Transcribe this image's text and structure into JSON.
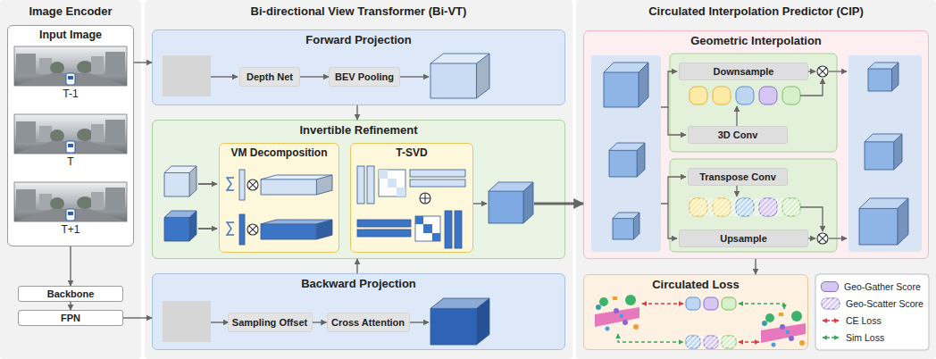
{
  "diagram": {
    "nodes": [
      {
        "text": [
          "Image Encoder"
        ]
      },
      {
        "text": [
          "Input Image"
        ],
        "in": 0
      },
      {
        "text": [
          "Backbone"
        ],
        "in": 0
      },
      {
        "text": [
          "FPN"
        ],
        "in": 0
      },
      {
        "text": [
          "Bi-directional View Transformer (Bi-VT)"
        ]
      },
      {
        "text": [
          "Forward Projection"
        ],
        "in": 4
      },
      {
        "text": [
          "Depth Net"
        ],
        "in": 5
      },
      {
        "text": [
          "BEV Pooling"
        ],
        "in": 5
      },
      {
        "text": [
          "Invertible Refinement"
        ],
        "in": 4
      },
      {
        "text": [
          "VM Decomposition"
        ],
        "in": 8
      },
      {
        "text": [
          "T-SVD"
        ],
        "in": 8
      },
      {
        "text": [
          "Backward Projection"
        ],
        "in": 4
      },
      {
        "text": [
          "Sampling Offset"
        ],
        "in": 11
      },
      {
        "text": [
          "Cross Attention"
        ],
        "in": 11
      },
      {
        "text": [
          "Circulated Interpolation Predictor (CIP)"
        ]
      },
      {
        "text": [
          "Geometric Interpolation"
        ],
        "in": 14
      },
      {
        "text": [
          "Downsample"
        ],
        "in": 15
      },
      {
        "text": [
          "3D Conv"
        ],
        "in": 15
      },
      {
        "text": [
          "Transpose Conv"
        ],
        "in": 15
      },
      {
        "text": [
          "Upsample"
        ],
        "in": 15
      },
      {
        "text": [
          "Circulated Loss"
        ],
        "in": 14
      }
    ],
    "edges": [
      {
        "from": 1,
        "to": 2,
        "arrow": "to"
      },
      {
        "from": 2,
        "to": 3,
        "arrow": "to"
      },
      {
        "from": 1,
        "to": 5,
        "arrow": "to"
      },
      {
        "from": 3,
        "to": 11,
        "arrow": "to"
      },
      {
        "from": 6,
        "to": 7,
        "arrow": "to"
      },
      {
        "from": 5,
        "to": 8,
        "arrow": "to"
      },
      {
        "from": 11,
        "to": 8,
        "arrow": "to"
      },
      {
        "from": 12,
        "to": 13,
        "arrow": "to"
      },
      {
        "from": 8,
        "to": 15,
        "arrow": "to"
      },
      {
        "from": 15,
        "to": 20,
        "arrow": "to"
      }
    ],
    "labels": [
      "T-1",
      "T",
      "T+1"
    ],
    "legend": [
      {
        "text": "Geo-Gather Score",
        "color": "#d5c6f2"
      },
      {
        "text": "Geo-Scatter Score"
      },
      {
        "text": "CE Loss"
      },
      {
        "text": "Sim Loss"
      }
    ]
  }
}
